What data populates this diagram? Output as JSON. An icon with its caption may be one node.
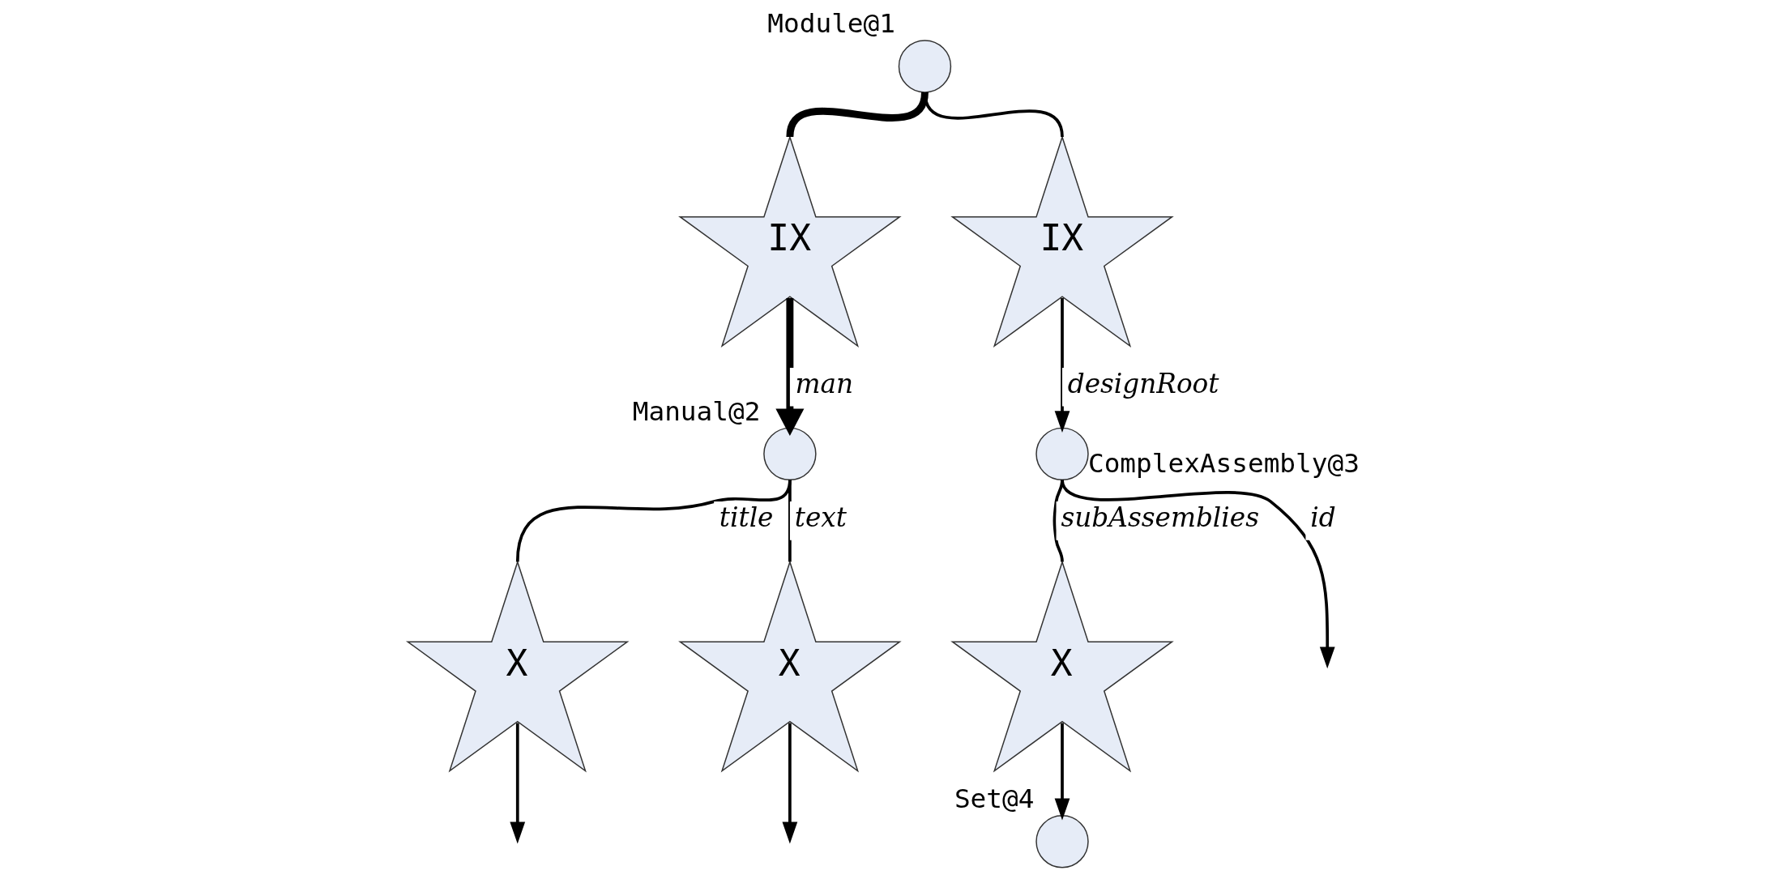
{
  "diagram": {
    "nodes": [
      {
        "text": [],
        "shape": "circle",
        "beside": [
          "Module@1"
        ]
      },
      {
        "text": [
          "IX"
        ]
      },
      {
        "text": [
          "IX"
        ]
      },
      {
        "text": [],
        "shape": "circle",
        "beside": [
          "Manual@2"
        ]
      },
      {
        "text": [],
        "shape": "circle",
        "beside": [
          "ComplexAssembly@3"
        ]
      },
      {
        "text": [
          "X"
        ]
      },
      {
        "text": [
          "X"
        ]
      },
      {
        "text": [
          "X"
        ]
      },
      {
        "text": [],
        "shape": "circle",
        "beside": [
          "Set@4"
        ]
      }
    ],
    "edges": [
      {
        "from": 0,
        "to": 1,
        "arrow": "none",
        "style": "thick"
      },
      {
        "from": 1,
        "to": 3,
        "arrow": "to",
        "style": "thick",
        "label": "man"
      },
      {
        "from": 0,
        "to": 2,
        "arrow": "none"
      },
      {
        "from": 2,
        "to": 4,
        "arrow": "to",
        "label": "designRoot"
      },
      {
        "from": 3,
        "to": 5,
        "arrow": "none",
        "label": "title"
      },
      {
        "from": 5,
        "to": null,
        "arrow": "to"
      },
      {
        "from": 3,
        "to": 6,
        "arrow": "none",
        "label": "text"
      },
      {
        "from": 6,
        "to": null,
        "arrow": "to"
      },
      {
        "from": 4,
        "to": null,
        "arrow": "to",
        "label": "id"
      },
      {
        "from": 4,
        "to": 7,
        "arrow": "none",
        "label": "subAssemblies"
      },
      {
        "from": 7,
        "to": 8,
        "arrow": "to"
      }
    ]
  }
}
